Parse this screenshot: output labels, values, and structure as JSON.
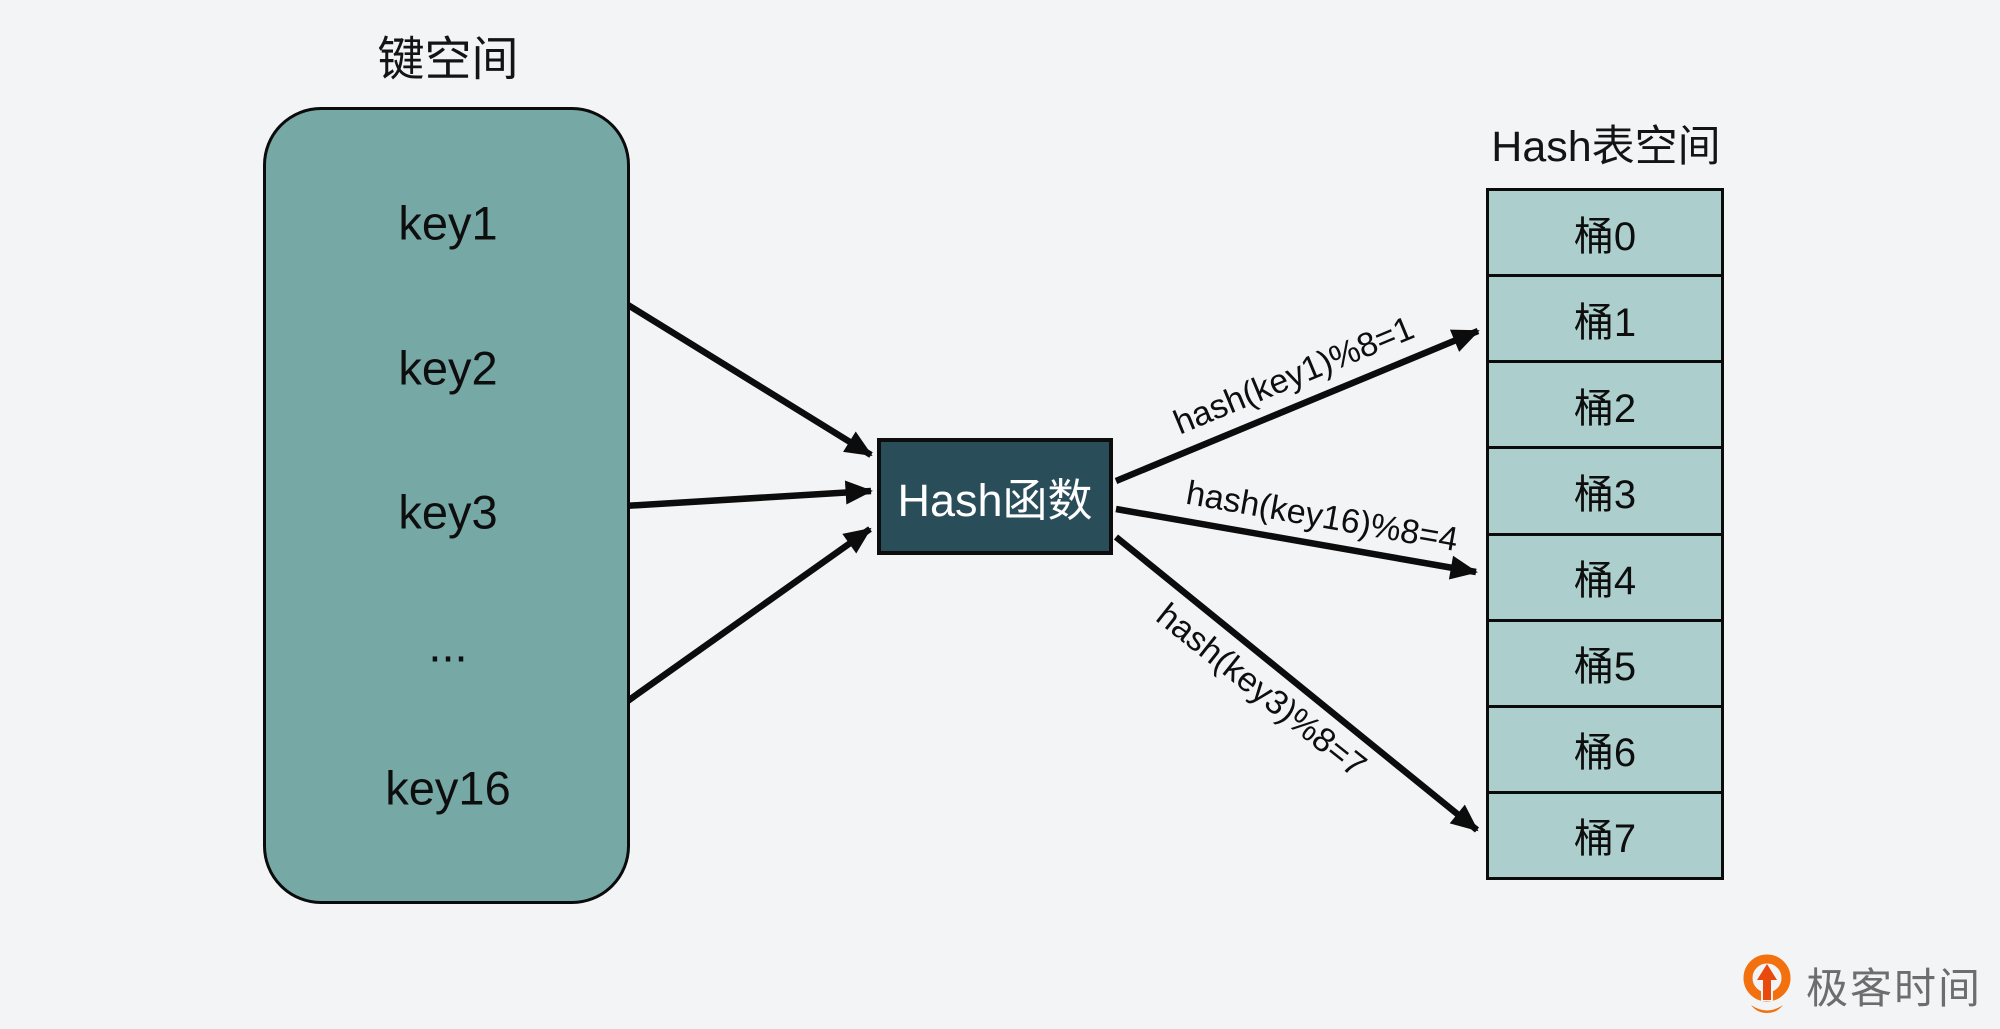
{
  "diagram": {
    "key_space": {
      "title": "键空间",
      "keys": [
        "key1",
        "key2",
        "key3",
        "...",
        "key16"
      ]
    },
    "hash_function": {
      "label": "Hash函数"
    },
    "hash_table": {
      "title": "Hash表空间",
      "buckets": [
        "桶0",
        "桶1",
        "桶2",
        "桶3",
        "桶4",
        "桶5",
        "桶6",
        "桶7"
      ]
    },
    "mappings": [
      {
        "from": "key1",
        "to": "桶1",
        "label": "hash(key1)%8=1"
      },
      {
        "from": "key16",
        "to": "桶4",
        "label": "hash(key16)%8=4"
      },
      {
        "from": "key3",
        "to": "桶7",
        "label": "hash(key3)%8=7"
      }
    ],
    "colors": {
      "background": "#f2f4f6",
      "key_space_fill": "#76a8a6",
      "hash_function_fill": "#2a4d5a",
      "bucket_fill": "#accfce",
      "arrow_black": "#0c0c0c",
      "logo_orange": "#f2700e",
      "logo_arrow_orange": "#e8490c",
      "logo_text_gray": "#6d6d6d"
    }
  },
  "branding": {
    "logo_text": "极客时间"
  }
}
